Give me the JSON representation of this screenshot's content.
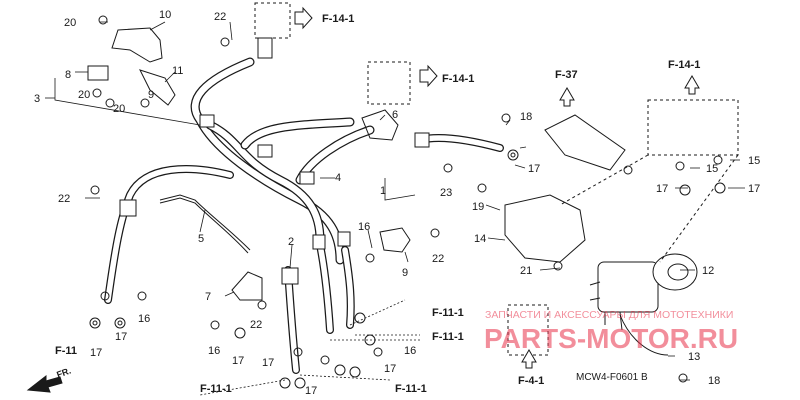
{
  "diagram": {
    "code": "MCW4-F0601 B",
    "front_label": "FR.",
    "refs": [
      {
        "id": "f14-top",
        "text": "F-14-1"
      },
      {
        "id": "f14-mid",
        "text": "F-14-1"
      },
      {
        "id": "f37",
        "text": "F-37"
      },
      {
        "id": "f14-right",
        "text": "F-14-1"
      },
      {
        "id": "f11-left",
        "text": "F-11"
      },
      {
        "id": "f111-a",
        "text": "F-11-1"
      },
      {
        "id": "f111-b",
        "text": "F-11-1"
      },
      {
        "id": "f111-c",
        "text": "F-11-1"
      },
      {
        "id": "f111-d",
        "text": "F-11-1"
      },
      {
        "id": "f41",
        "text": "F-4-1"
      }
    ],
    "callouts": [
      {
        "id": "c20a",
        "text": "20"
      },
      {
        "id": "c10",
        "text": "10"
      },
      {
        "id": "c22a",
        "text": "22"
      },
      {
        "id": "c8",
        "text": "8"
      },
      {
        "id": "c11",
        "text": "11"
      },
      {
        "id": "c3",
        "text": "3"
      },
      {
        "id": "c20b",
        "text": "20"
      },
      {
        "id": "c20c",
        "text": "20"
      },
      {
        "id": "c9a",
        "text": "9"
      },
      {
        "id": "c6",
        "text": "6"
      },
      {
        "id": "c4",
        "text": "4"
      },
      {
        "id": "c1",
        "text": "1"
      },
      {
        "id": "c23",
        "text": "23"
      },
      {
        "id": "c18",
        "text": "18"
      },
      {
        "id": "c17a",
        "text": "17"
      },
      {
        "id": "c15a",
        "text": "15"
      },
      {
        "id": "c15b",
        "text": "15"
      },
      {
        "id": "c17b",
        "text": "17"
      },
      {
        "id": "c17c",
        "text": "17"
      },
      {
        "id": "c22b",
        "text": "22"
      },
      {
        "id": "c19",
        "text": "19"
      },
      {
        "id": "c5",
        "text": "5"
      },
      {
        "id": "c14",
        "text": "14"
      },
      {
        "id": "c16a",
        "text": "16"
      },
      {
        "id": "c2",
        "text": "2"
      },
      {
        "id": "c9b",
        "text": "9"
      },
      {
        "id": "c22c",
        "text": "22"
      },
      {
        "id": "c21",
        "text": "21"
      },
      {
        "id": "c12",
        "text": "12"
      },
      {
        "id": "c7",
        "text": "7"
      },
      {
        "id": "c22d",
        "text": "22"
      },
      {
        "id": "c16b",
        "text": "16"
      },
      {
        "id": "c17d",
        "text": "17"
      },
      {
        "id": "c17e",
        "text": "17"
      },
      {
        "id": "c16c",
        "text": "16"
      },
      {
        "id": "c17f",
        "text": "17"
      },
      {
        "id": "c17g",
        "text": "17"
      },
      {
        "id": "c16d",
        "text": "16"
      },
      {
        "id": "c17h",
        "text": "17"
      },
      {
        "id": "c17i",
        "text": "17"
      },
      {
        "id": "c13",
        "text": "13"
      },
      {
        "id": "c18b",
        "text": "18"
      }
    ]
  },
  "watermark": {
    "line1": "ЗАПЧАСТИ И АКСЕССУАРЫ ДЛЯ МОТОТЕХНИКИ",
    "brand": "PARTS-MOTOR.RU"
  },
  "colors": {
    "ink": "#1a1a1a",
    "watermark": "#e8324a"
  }
}
